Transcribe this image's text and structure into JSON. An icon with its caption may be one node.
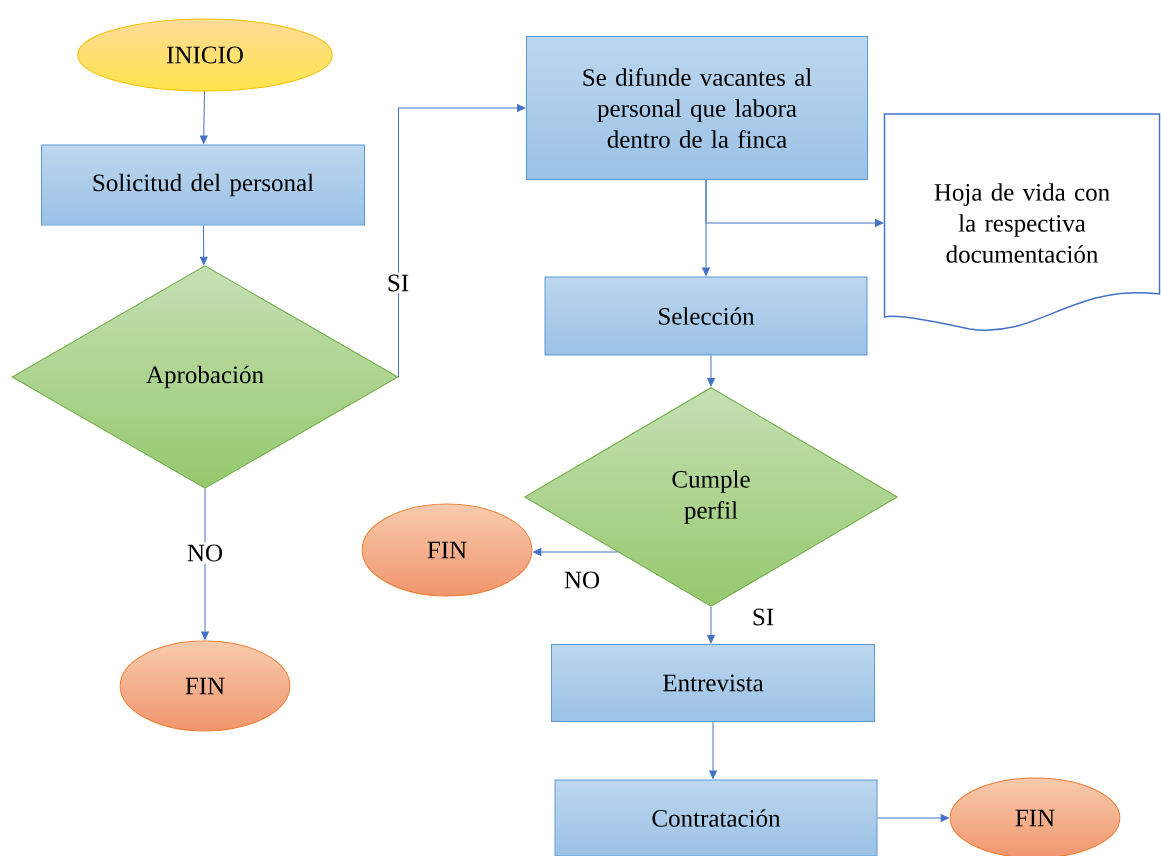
{
  "diagram": {
    "nodes": [
      {
        "text": [
          "INICIO"
        ]
      },
      {
        "text": [
          "Solicitud del personal"
        ]
      },
      {
        "text": [
          "Aprobación"
        ]
      },
      {
        "text": [
          "FIN"
        ]
      },
      {
        "text": [
          "Se difunde vacantes al personal que labora dentro de la finca"
        ]
      },
      {
        "text": [
          "Hoja de vida con la respectiva documentación"
        ]
      },
      {
        "text": [
          "Selección"
        ]
      },
      {
        "text": [
          "Cumple perfil"
        ]
      },
      {
        "text": [
          "FIN"
        ]
      },
      {
        "text": [
          "Entrevista"
        ]
      },
      {
        "text": [
          "Contratación"
        ]
      },
      {
        "text": [
          "FIN"
        ]
      }
    ],
    "edges": [
      {
        "from": 0,
        "to": 1,
        "arrow": "to"
      },
      {
        "from": 1,
        "to": 2,
        "arrow": "to"
      },
      {
        "from": 2,
        "to": 4,
        "arrow": "to",
        "label": "SI"
      },
      {
        "from": 2,
        "to": 3,
        "arrow": "to",
        "label": "NO"
      },
      {
        "from": 4,
        "to": 6,
        "arrow": "to"
      },
      {
        "from": 4,
        "to": 5,
        "arrow": "to"
      },
      {
        "from": 6,
        "to": 7,
        "arrow": "to"
      },
      {
        "from": 7,
        "to": 8,
        "arrow": "to",
        "label": "NO"
      },
      {
        "from": 7,
        "to": 9,
        "arrow": "to",
        "label": "SI"
      },
      {
        "from": 9,
        "to": 10,
        "arrow": "to"
      },
      {
        "from": 10,
        "to": 11,
        "arrow": "to"
      }
    ]
  }
}
